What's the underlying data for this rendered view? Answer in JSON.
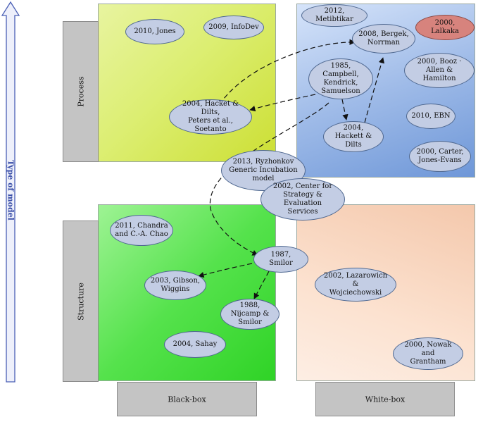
{
  "axis": {
    "label": "Type of model"
  },
  "side_labels": {
    "process": "Process",
    "structure": "Structure",
    "black_box": "Black-box",
    "white_box": "White-box"
  },
  "nodes": [
    {
      "id": "jones",
      "label": "2010, Jones"
    },
    {
      "id": "infodev",
      "label": "2009, InfoDev"
    },
    {
      "id": "metibtikar",
      "label": "2012, Metibtikar"
    },
    {
      "id": "lalkaka",
      "label": "2000, Lalkaka"
    },
    {
      "id": "bergek",
      "label": "2008, Bergek,\nNorrman"
    },
    {
      "id": "campbell",
      "label": "1985, Campbell,\nKendrick,\nSamuelson"
    },
    {
      "id": "booz",
      "label": "2000, Booz · Allen &\nHamilton"
    },
    {
      "id": "hackett-peters",
      "label": "2004, Hacket & Dilts,\nPeters et al., Soetanto"
    },
    {
      "id": "ebn",
      "label": "2010, EBN"
    },
    {
      "id": "hackett-dilts",
      "label": "2004, Hackett &\nDilts"
    },
    {
      "id": "carter",
      "label": "2000, Carter,\nJones-Evans"
    },
    {
      "id": "ryzhonkov",
      "label": "2013, Ryzhonkov\nGeneric Incubation\nmodel"
    },
    {
      "id": "cses",
      "label": "2002, Center for\nStrategy & Evaluation\nServices"
    },
    {
      "id": "chandra",
      "label": "2011, Chandra\nand C.-A. Chao"
    },
    {
      "id": "smilor",
      "label": "1987, Smilor"
    },
    {
      "id": "gibson",
      "label": "2003, Gibson,\nWiggins"
    },
    {
      "id": "lazarowich",
      "label": "2002, Lazarowich &\nWojciechowski"
    },
    {
      "id": "nijcamp",
      "label": "1988, Nijcamp &\nSmilor"
    },
    {
      "id": "sahay",
      "label": "2004, Sahay"
    },
    {
      "id": "nowak",
      "label": "2000, Nowak and\nGrantham"
    }
  ],
  "edges": [
    {
      "from": "hackett-peters",
      "to": "bergek"
    },
    {
      "from": "campbell",
      "to": "hackett-peters"
    },
    {
      "from": "campbell",
      "to": "hackett-dilts"
    },
    {
      "from": "hackett-dilts",
      "to": "bergek"
    },
    {
      "from": "campbell",
      "to": "smilor"
    },
    {
      "from": "smilor",
      "to": "gibson"
    },
    {
      "from": "smilor",
      "to": "nijcamp"
    }
  ],
  "colors": {
    "node_fill": "#c3cde4",
    "node_border": "#4f6890",
    "highlight_fill": "#d7837d",
    "axis_arrow": "#4a5fb5"
  }
}
